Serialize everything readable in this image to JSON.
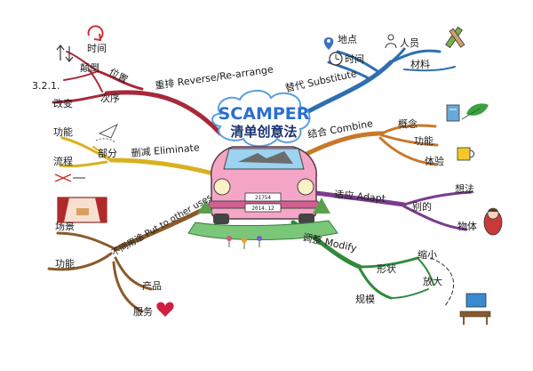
{
  "center": {
    "title": "SCAMPER",
    "subtitle": "清单创意法",
    "plate_top": "21754",
    "plate_bottom": "2014.12"
  },
  "branches": {
    "substitute": {
      "label": "替代 Substitute",
      "color": "#2f6fb0",
      "children": [
        "地点",
        "时间",
        "人员",
        "材料"
      ]
    },
    "combine": {
      "label": "结合 Combine",
      "color": "#c8782a",
      "children": [
        "概念",
        "功能",
        "体验"
      ]
    },
    "adapt": {
      "label": "适应 Adapt",
      "color": "#7b3c8c",
      "children": [
        "别的",
        "想法",
        "物体"
      ]
    },
    "modify": {
      "label": "调整 Modify",
      "color": "#2f8a3a",
      "children": [
        "形状",
        "规模",
        "缩小",
        "放大"
      ]
    },
    "put_to_other_uses": {
      "label": "不同用途 Put to other uses",
      "color": "#8a5a2b",
      "children": [
        "场景",
        "功能",
        "产品",
        "服务"
      ]
    },
    "eliminate": {
      "label": "删减 Eliminate",
      "color": "#d8b21e",
      "children": [
        "功能",
        "部分",
        "流程"
      ]
    },
    "reverse": {
      "label": "重排 Reverse/Re-arrange",
      "color": "#a8283a",
      "children": [
        "时间",
        "颠倒",
        "改变",
        "次序",
        "位置"
      ],
      "sequence_note": "3.2.1."
    }
  },
  "icons": {
    "refresh": "refresh-icon",
    "arrows": "up-down-arrows-icon",
    "clock": "clock-icon",
    "location": "location-pin-icon",
    "people": "people-icon",
    "tools": "tools-icon",
    "book": "book-icon",
    "leaf": "leaf-icon",
    "mug": "mug-icon",
    "doll": "doll-icon",
    "monitor": "monitor-icon",
    "heart": "heart-icon",
    "plane": "plane-icon",
    "cross": "cross-out-icon",
    "stage": "stage-icon",
    "car": "car-icon",
    "flowers": "flowers-icon"
  }
}
